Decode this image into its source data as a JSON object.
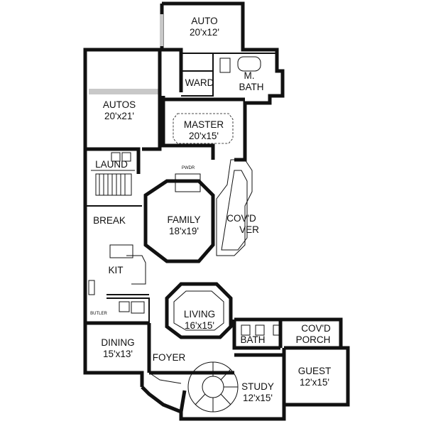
{
  "floorplan": {
    "rooms": {
      "auto": {
        "name": "AUTO",
        "dims": "20'x12'"
      },
      "ward": {
        "name": "WARD"
      },
      "mbath": {
        "name": "M.",
        "name2": "BATH"
      },
      "autos": {
        "name": "AUTOS",
        "dims": "20'x21'"
      },
      "master": {
        "name": "MASTER",
        "dims": "20'x15'"
      },
      "laund": {
        "name": "LAUND"
      },
      "pwdr": {
        "name": "PWDR"
      },
      "break": {
        "name": "BREAK"
      },
      "family": {
        "name": "FAMILY",
        "dims": "18'x19'"
      },
      "covd_ver": {
        "name": "COV'D",
        "name2": "VER"
      },
      "kit": {
        "name": "KIT"
      },
      "butler": {
        "name": "BUTLER"
      },
      "living": {
        "name": "LIVING",
        "dims": "16'x15'"
      },
      "bath": {
        "name": "BATH"
      },
      "covd_porch": {
        "name": "COV'D",
        "name2": "PORCH"
      },
      "dining": {
        "name": "DINING",
        "dims": "15'x13'"
      },
      "foyer": {
        "name": "FOYER"
      },
      "guest": {
        "name": "GUEST",
        "dims": "12'x15'"
      },
      "study": {
        "name": "STUDY",
        "dims": "12'x15'"
      }
    }
  }
}
